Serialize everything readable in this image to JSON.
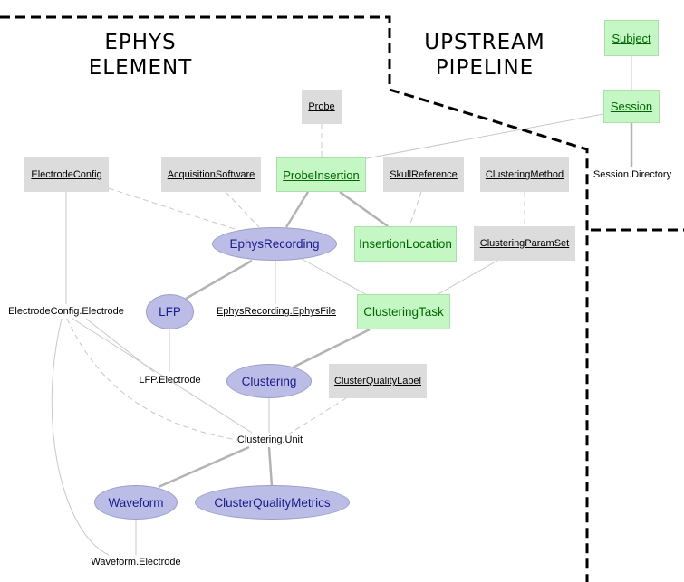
{
  "titles": {
    "ephys": "EPHYS\nELEMENT",
    "upstream": "UPSTREAM\nPIPELINE"
  },
  "nodes": {
    "subject": "Subject",
    "session": "Session",
    "session_directory": "Session.Directory",
    "probe": "Probe",
    "electrode_config": "ElectrodeConfig",
    "acquisition_software": "AcquisitionSoftware",
    "probe_insertion": "ProbeInsertion",
    "skull_reference": "SkullReference",
    "clustering_method": "ClusteringMethod",
    "ephys_recording": "EphysRecording",
    "insertion_location": "InsertionLocation",
    "clustering_param_set": "ClusteringParamSet",
    "electrode_config_electrode": "ElectrodeConfig.Electrode",
    "lfp": "LFP",
    "ephys_recording_file": "EphysRecording.EphysFile",
    "clustering_task": "ClusteringTask",
    "lfp_electrode": "LFP.Electrode",
    "clustering": "Clustering",
    "cluster_quality_label": "ClusterQualityLabel",
    "clustering_unit": "Clustering.Unit",
    "waveform": "Waveform",
    "cluster_quality_metrics": "ClusterQualityMetrics",
    "waveform_electrode": "Waveform.Electrode"
  },
  "colors": {
    "lookup_fill": "#dcdcdc",
    "manual_fill": "#c4f7c4",
    "manual_text": "#006600",
    "computed_fill": "#bcbde6",
    "computed_text": "#1a1a8c",
    "edge": "#c8c8c8",
    "boundary": "#000000"
  }
}
